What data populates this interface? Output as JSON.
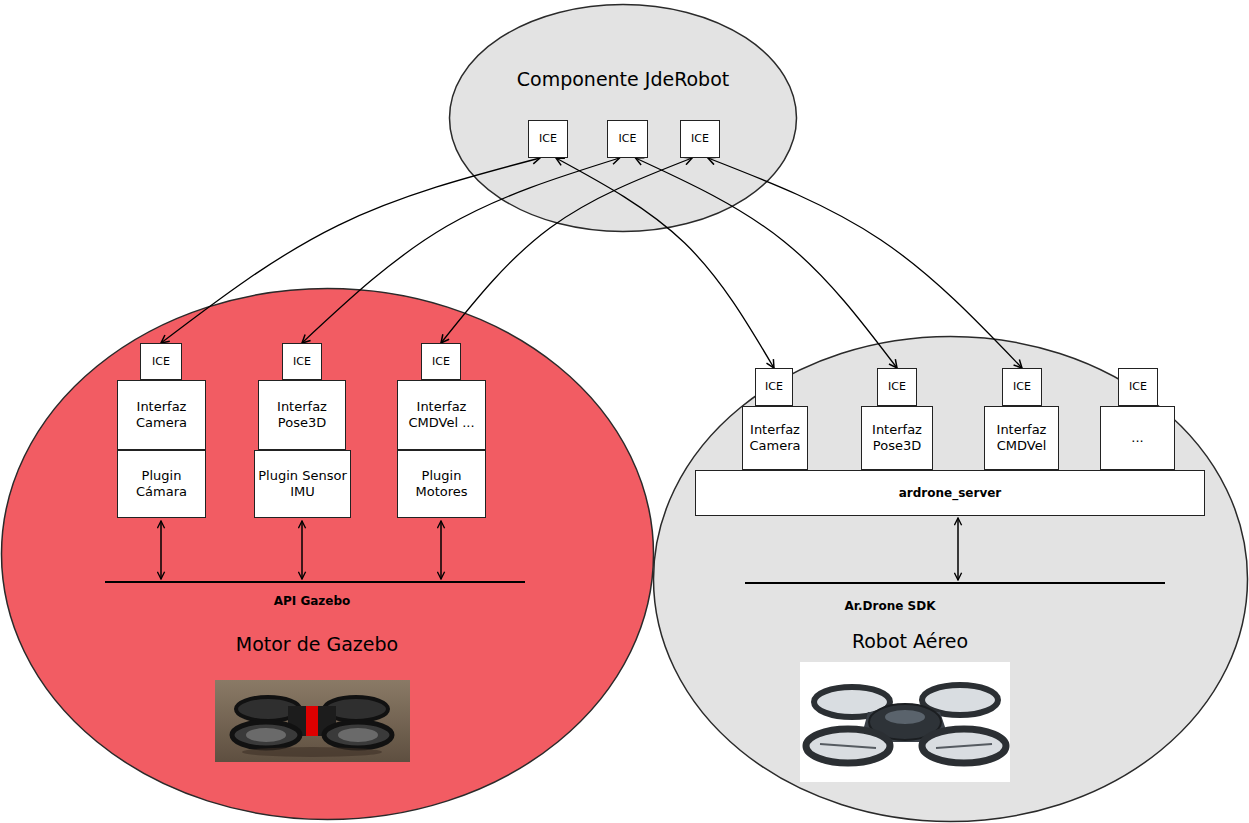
{
  "diagram": {
    "nodes": [
      {
        "text": [
          "Componente JdeRobot"
        ]
      },
      {
        "text": [
          "ICE"
        ],
        "in": 0
      },
      {
        "text": [
          "ICE"
        ],
        "in": 0
      },
      {
        "text": [
          "ICE"
        ],
        "in": 0
      },
      {
        "text": [
          "Motor de Gazebo"
        ]
      },
      {
        "text": [
          "ICE"
        ],
        "in": 4
      },
      {
        "text": [
          "Interfaz Camera"
        ],
        "in": 4
      },
      {
        "text": [
          "Plugin Cámara"
        ],
        "in": 4
      },
      {
        "text": [
          "ICE"
        ],
        "in": 4
      },
      {
        "text": [
          "Interfaz Pose3D"
        ],
        "in": 4
      },
      {
        "text": [
          "Plugin Sensor IMU"
        ],
        "in": 4
      },
      {
        "text": [
          "ICE"
        ],
        "in": 4
      },
      {
        "text": [
          "Interfaz CMDVel ..."
        ],
        "in": 4
      },
      {
        "text": [
          "Plugin Motores"
        ],
        "in": 4
      },
      {
        "text": [
          "Robot Aéreo"
        ]
      },
      {
        "text": [
          "ICE"
        ],
        "in": 14
      },
      {
        "text": [
          "Interfaz Camera"
        ],
        "in": 14
      },
      {
        "text": [
          "ICE"
        ],
        "in": 14
      },
      {
        "text": [
          "Interfaz Pose3D"
        ],
        "in": 14
      },
      {
        "text": [
          "ICE"
        ],
        "in": 14
      },
      {
        "text": [
          "Interfaz CMDVel"
        ],
        "in": 14
      },
      {
        "text": [
          "ICE"
        ],
        "in": 14
      },
      {
        "text": [
          "..."
        ],
        "in": 14
      },
      {
        "text": [
          "ardrone_server"
        ],
        "in": 14
      }
    ],
    "edges": [
      {
        "from": 1,
        "to": 5,
        "arrow": "both"
      },
      {
        "from": 1,
        "to": 15,
        "arrow": "both"
      },
      {
        "from": 2,
        "to": 8,
        "arrow": "both"
      },
      {
        "from": 2,
        "to": 17,
        "arrow": "both"
      },
      {
        "from": 3,
        "to": 11,
        "arrow": "both"
      },
      {
        "from": 3,
        "to": 19,
        "arrow": "both"
      }
    ],
    "labels": [
      "API Gazebo",
      "Ar.Drone SDK"
    ]
  }
}
